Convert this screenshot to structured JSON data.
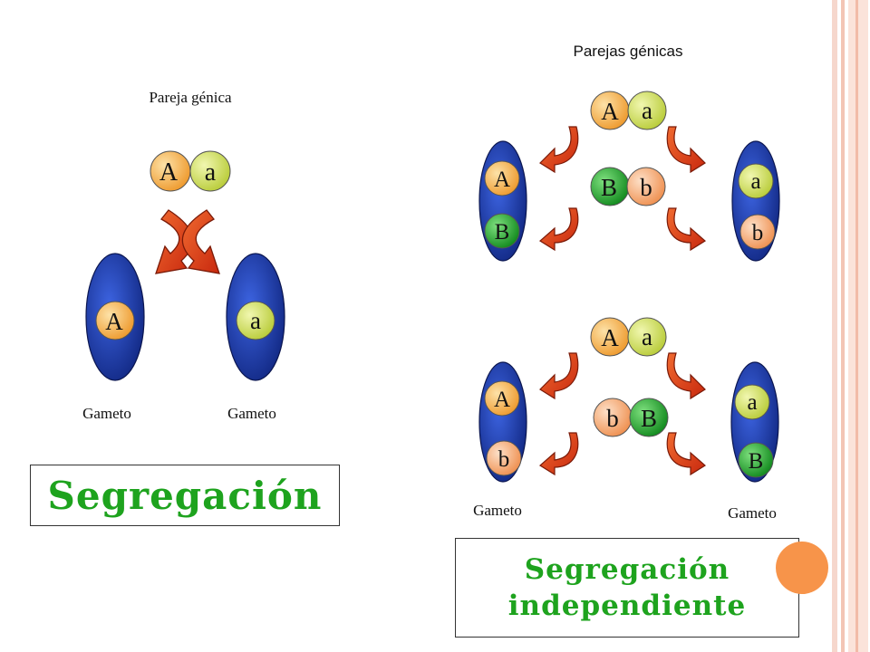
{
  "left": {
    "caption": "Pareja génica",
    "pair": [
      "A",
      "a"
    ],
    "gametes": [
      {
        "allele": "A",
        "label": "Gameto"
      },
      {
        "allele": "a",
        "label": "Gameto"
      }
    ],
    "title": "Segregación"
  },
  "right": {
    "caption": "Parejas génicas",
    "top": {
      "pair1": [
        "A",
        "a"
      ],
      "pair2": [
        "B",
        "b"
      ],
      "gamete_left": [
        "A",
        "B"
      ],
      "gamete_right": [
        "a",
        "b"
      ]
    },
    "bottom": {
      "pair1": [
        "A",
        "a"
      ],
      "pair2": [
        "b",
        "B"
      ],
      "gamete_left": [
        "A",
        "b"
      ],
      "gamete_right": [
        "a",
        "B"
      ],
      "gamete_labels": [
        "Gameto",
        "Gameto"
      ]
    },
    "title_line1": "Segregación",
    "title_line2": "independiente"
  },
  "colors": {
    "allele_orange": "#f0a23a",
    "allele_yellow_green": "#c8d84a",
    "allele_green": "#1aa02a",
    "gamete_blue": "#1f3fb0",
    "arrow_red": "#e0401a",
    "title_green": "#1ea31e",
    "accent_orange": "#f7944a"
  }
}
